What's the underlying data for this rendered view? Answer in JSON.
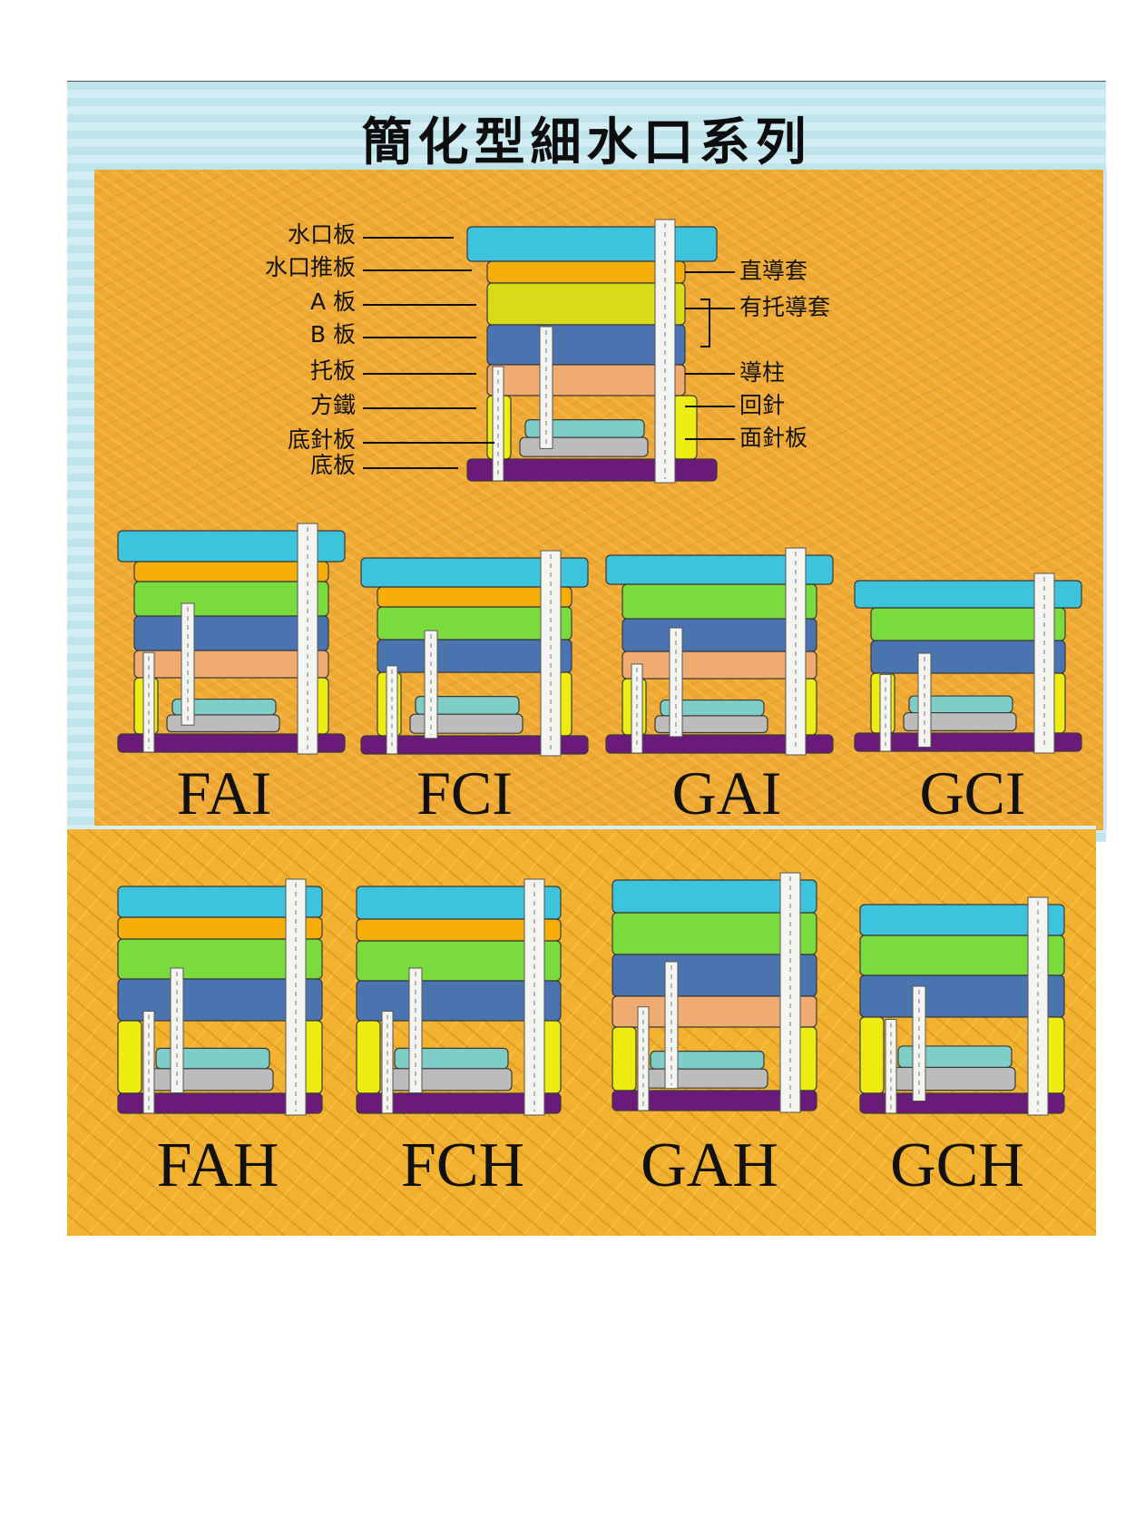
{
  "title": "簡化型細水口系列",
  "diagram": {
    "left_labels": [
      "水口板",
      "水口推板",
      "A 板",
      "B 板",
      "托板",
      "方鐵",
      "底針板",
      "底板"
    ],
    "right_labels": [
      "直導套",
      "有托導套",
      "導柱",
      "回針",
      "面針板"
    ]
  },
  "series_top": [
    "FAI",
    "FCI",
    "GAI",
    "GCI"
  ],
  "series_bottom": [
    "FAH",
    "FCH",
    "GAH",
    "GCH"
  ],
  "colors": {
    "top_plate": "#3ec3dc",
    "stripper_plate": "#f6ad08",
    "a_plate_main": "#d7dc16",
    "a_plate": "#7adc3c",
    "b_plate": "#4a74b0",
    "support_plate": "#f0ac70",
    "spacer": "#ecec10",
    "ejector_retainer": "#7ecdc6",
    "ejector_plate": "#bcbcbc",
    "bottom_plate": "#6a1a78",
    "pin": "#f4f4f0"
  }
}
